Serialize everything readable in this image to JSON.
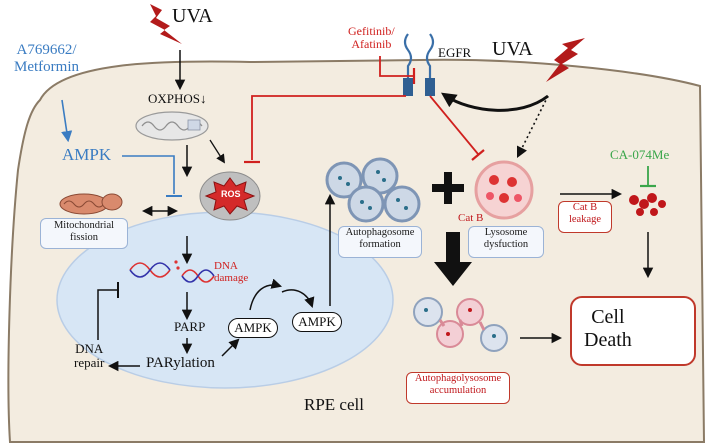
{
  "labels": {
    "uva_top": "UVA",
    "uva_right": "UVA",
    "inhibitor_blue": "A769662/\nMetformin",
    "gefitinib": "Gefitinib/\nAfatinib",
    "egfr": "EGFR",
    "oxphos": "OXPHOS",
    "ampk_left": "AMPK",
    "ros": "ROS",
    "mito_fission": "Mitochondrial\nfission",
    "dna_damage": "DNA\ndamage",
    "parp": "PARP",
    "parylation": "PARylation",
    "dna_repair": "DNA\nrepair",
    "ampk_nucleus": "AMPK",
    "ampk_cyto": "AMPK",
    "autophagosome": "Autophagosome\nformation",
    "lysosome": "Lysosome\ndysfuction",
    "cat_b": "Cat B",
    "cat_b_leakage": "Cat B\nleakage",
    "ca074": "CA-074Me",
    "autophagolysosome": "Autophagolysosome\naccumulation",
    "cell_death": "Cell\nDeath",
    "rpe_cell": "RPE cell"
  },
  "colors": {
    "blue": "#3a7cc2",
    "red": "#d0201e",
    "green": "#3aa64a",
    "cell_fill": "#f3ece0",
    "nucleus_fill": "#d7e6f5"
  }
}
